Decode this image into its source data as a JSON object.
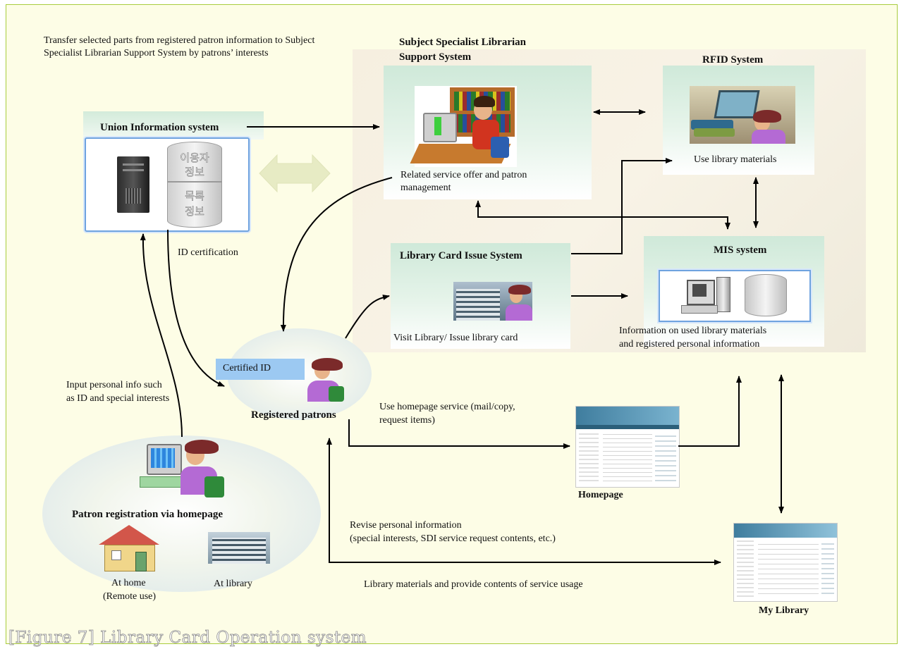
{
  "caption": "[Figure 7] Library Card Operation system",
  "transfer_note": {
    "line1": "Transfer selected parts from registered patron information to Subject",
    "line2": "Specialist Librarian Support System by patrons’ interests"
  },
  "union": {
    "title": "Union Information system",
    "db_top_line1": "이용자",
    "db_top_line2": "정보",
    "db_bottom_line1": "목록",
    "db_bottom_line2": "정보"
  },
  "subject": {
    "title_line1": "Subject Specialist Librarian",
    "title_line2": "Support System",
    "desc_line1": "Related service offer and patron",
    "desc_line2": "management"
  },
  "rfid": {
    "title": "RFID System",
    "desc": "Use library materials"
  },
  "card_issue": {
    "title": "Library Card Issue System",
    "desc": "Visit Library/ Issue library card"
  },
  "mis": {
    "title": "MIS system",
    "desc_line1": "Information on used library materials",
    "desc_line2": "and registered personal information"
  },
  "id_cert": "ID certification",
  "patrons": {
    "badge": "Certified ID",
    "title": "Registered patrons"
  },
  "input_note": {
    "line1": "Input personal info such",
    "line2": "as ID and special interests"
  },
  "registration": {
    "title": "Patron registration via homepage",
    "home_line1": "At home",
    "home_line2": "(Remote use)",
    "library": "At library"
  },
  "homepage_service": {
    "line1": "Use homepage service (mail/copy,",
    "line2": "request items)"
  },
  "homepage": "Homepage",
  "revise": {
    "line1": "Revise personal information",
    "line2": "(special interests, SDI service request contents, etc.)"
  },
  "library_materials_note": "Library materials and provide contents of service usage",
  "my_library": "My Library",
  "colors": {
    "frame": "#a9cc3e",
    "background": "#fdfde6",
    "box_green": "#cfe9d9",
    "badge_blue": "#9cc9f2",
    "beige": "#f6efe0"
  }
}
